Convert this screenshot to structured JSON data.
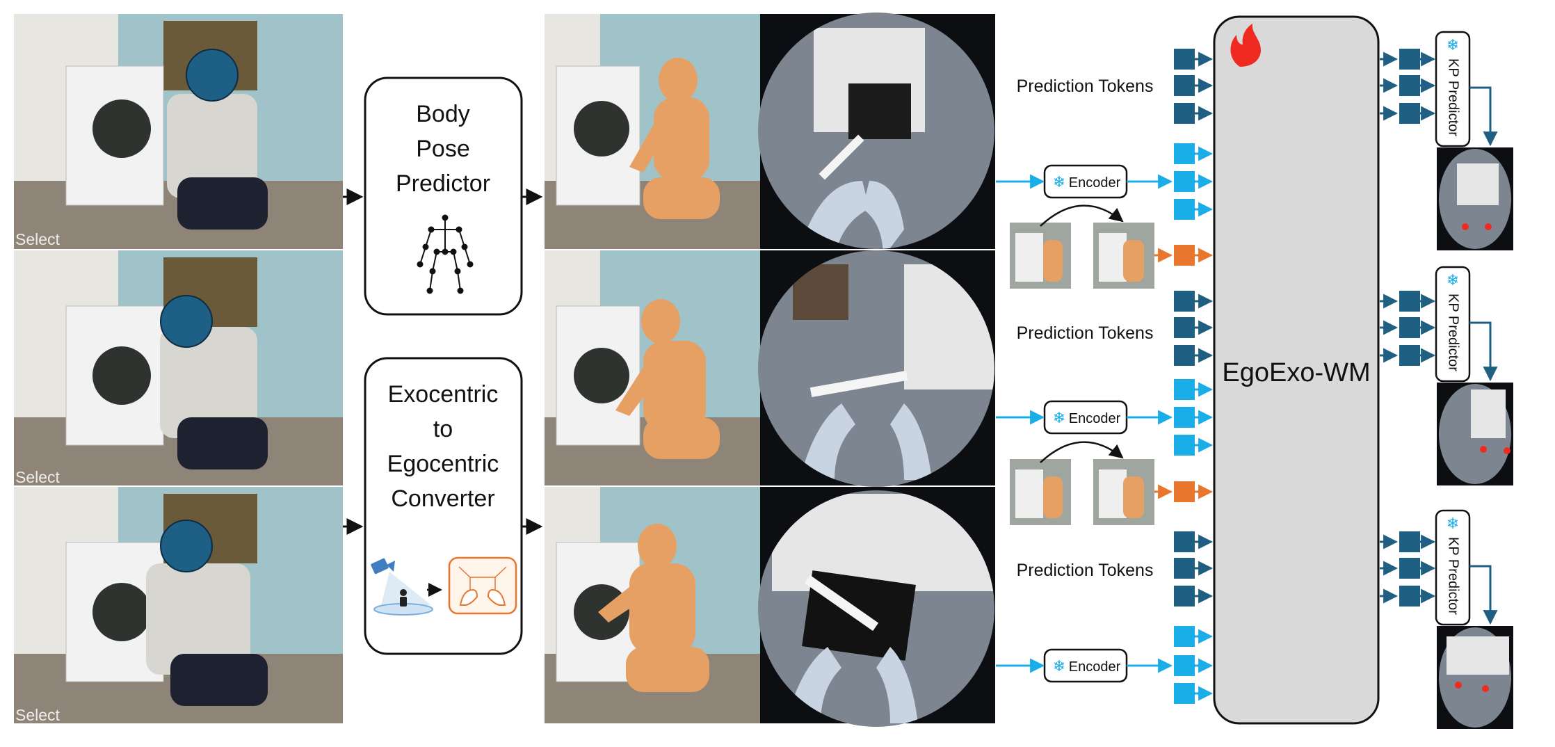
{
  "exo_panels": [
    {
      "watermark": "Select"
    },
    {
      "watermark": "Select"
    },
    {
      "watermark": "Select"
    }
  ],
  "modules": {
    "pose_predictor": {
      "line1": "Body",
      "line2": "Pose",
      "line3": "Predictor"
    },
    "converter": {
      "line1": "Exocentric",
      "line2": "to",
      "line3": "Egocentric",
      "line4": "Converter"
    }
  },
  "encoder_label": "Encoder",
  "prediction_tokens_label": "Prediction Tokens",
  "world_model_label": "EgoExo-WM",
  "kp_predictor_label": "KP Predictor",
  "colors": {
    "dark_token": "#1f5f82",
    "light_token": "#19aee8",
    "orange_token": "#e8762d",
    "world_model_fill": "#d9d9d9",
    "body_mesh": "#e6a064",
    "flame": "#ef2b21"
  },
  "icons": [
    "snowflake-icon",
    "flame-icon",
    "skeleton-icon",
    "camera-icon",
    "person-icon",
    "hands-view-icon"
  ]
}
